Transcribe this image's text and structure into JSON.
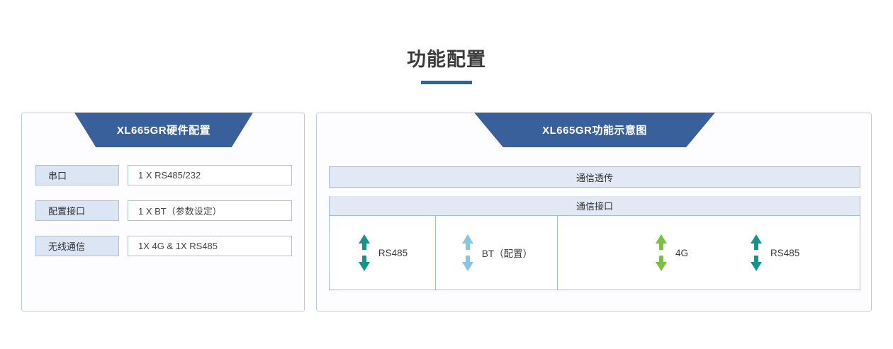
{
  "title": {
    "heading": "功能配置"
  },
  "colors": {
    "banner_blue": "#3a609c",
    "rule_blue": "#3a5f94",
    "panel_border": "#b6cdea",
    "cell_fill": "#dbe5f3",
    "bar_fill": "#e2e9f5",
    "arrow_teal": "#15938c",
    "arrow_light_blue": "#86c5e8",
    "arrow_green": "#7ac143"
  },
  "left_panel": {
    "banner_label": "XL665GR硬件配置",
    "rows": [
      {
        "label": "串口",
        "value": "1 X RS485/232"
      },
      {
        "label": "配置接口",
        "value": "1 X BT（参数设定）"
      },
      {
        "label": "无线通信",
        "value": "1X 4G & 1X RS485"
      }
    ]
  },
  "right_panel": {
    "banner_label": "XL665GR功能示意图",
    "passthrough_label": "通信透传",
    "interface_label": "通信接口",
    "ports": [
      {
        "name": "RS485",
        "arrow_color": "#15938c"
      },
      {
        "name": "BT（配置）",
        "arrow_color": "#86c5e8"
      },
      {
        "name": "4G",
        "arrow_color": "#7ac143"
      },
      {
        "name": "RS485",
        "arrow_color": "#15938c"
      }
    ]
  }
}
